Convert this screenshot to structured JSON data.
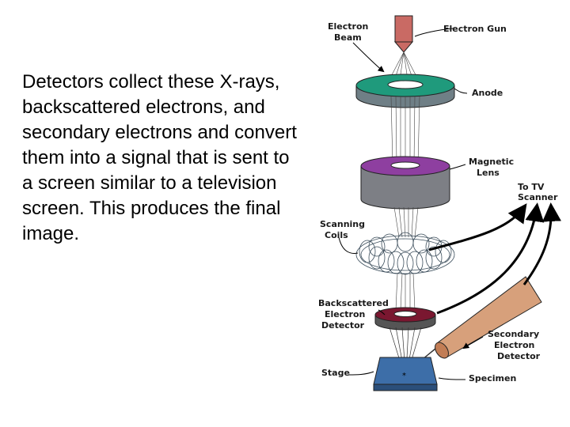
{
  "slide": {
    "body_text": "Detectors collect these X-rays, backscattered electrons, and secondary electrons and convert them into a signal that is sent to a screen similar to a television screen. This produces the final image."
  },
  "diagram": {
    "labels": {
      "electron_beam_1": "Electron",
      "electron_beam_2": "Beam",
      "electron_gun": "Electron Gun",
      "anode": "Anode",
      "magnetic_lens_1": "Magnetic",
      "magnetic_lens_2": "Lens",
      "to_tv_scanner_1": "To TV",
      "to_tv_scanner_2": "Scanner",
      "scanning_coils_1": "Scanning",
      "scanning_coils_2": "Coils",
      "backscattered_1": "Backscattered",
      "backscattered_2": "Electron",
      "backscattered_3": "Detector",
      "secondary_1": "Secondary",
      "secondary_2": "Electron",
      "secondary_3": "Detector",
      "stage": "Stage",
      "specimen": "Specimen"
    },
    "colors": {
      "electron_gun": "#c96a64",
      "anode_top": "#1f9a7c",
      "anode_side": "#6f7f86",
      "lens_top": "#8e3fa0",
      "lens_side": "#7d7f85",
      "backscatter_top": "#7a1730",
      "specimen": "#3d6ea8",
      "secondary_detector": "#d7a07b",
      "arrows": "#000000"
    }
  }
}
